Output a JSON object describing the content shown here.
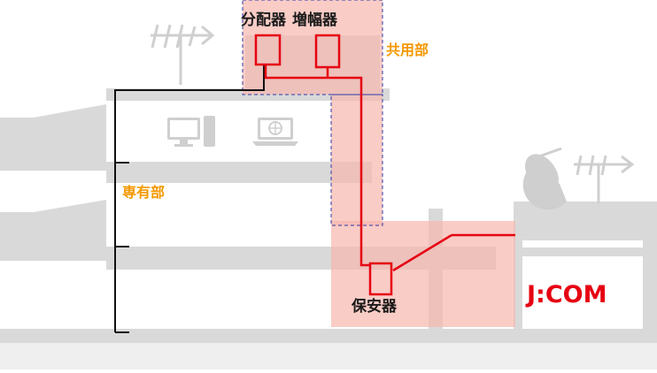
{
  "labels": {
    "splitter": "分配器",
    "amplifier": "増幅器",
    "common_area": "共用部",
    "private_area": "専有部",
    "protector": "保安器",
    "brand": "J:COM"
  },
  "colors": {
    "building": "#d9d9d9",
    "cable": "#e60012",
    "zone_fill": "#f6b7ae",
    "zone_border": "#2e3aa8",
    "label_orange": "#f39800",
    "brand_red": "#e60012",
    "drop_line": "#111111"
  },
  "icons": [
    "tv-antenna-icon",
    "satellite-dish-icon",
    "desktop-computer-icon",
    "laptop-icon"
  ]
}
